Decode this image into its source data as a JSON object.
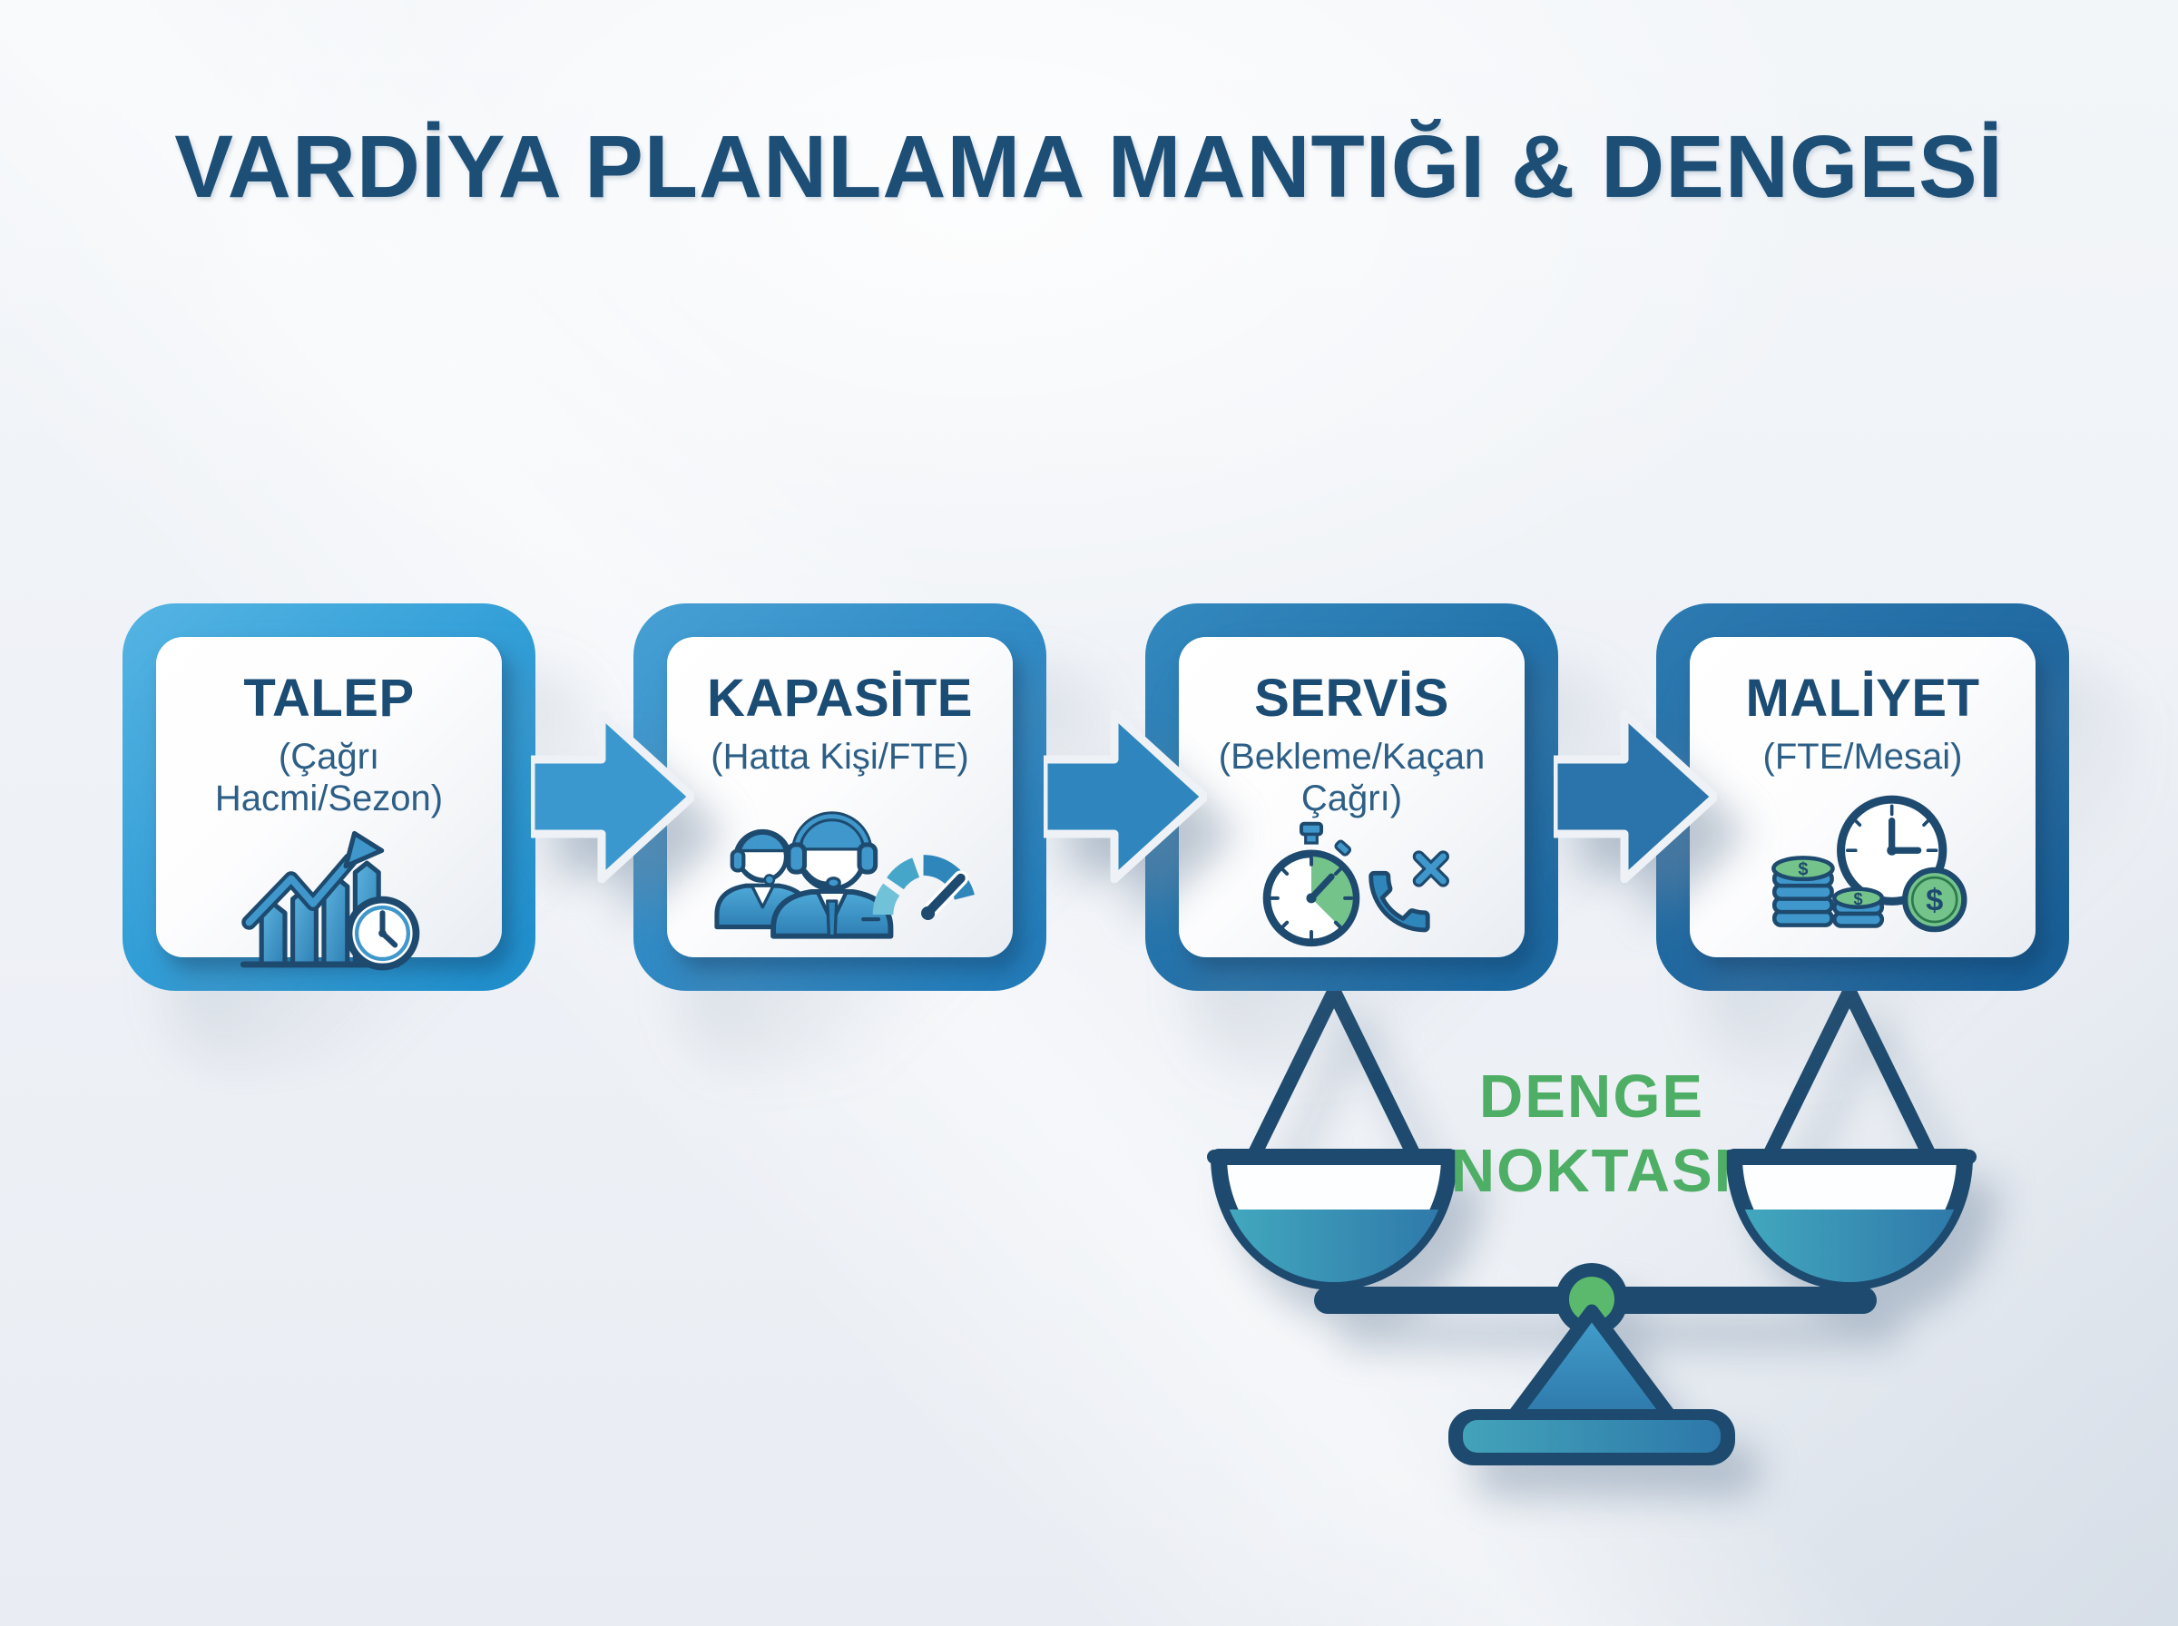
{
  "title": "VARDİYA PLANLAMA MANTIĞI & DENGESİ",
  "boxes": [
    {
      "title": "TALEP",
      "subtitle_lines": [
        "(Çağrı Hacmi/Sezon)",
        ""
      ],
      "icon": "growth-chart-clock-icon"
    },
    {
      "title": "KAPASİTE",
      "subtitle_lines": [
        "(Hatta Kişi/FTE)",
        ""
      ],
      "icon": "call-agents-gauge-icon"
    },
    {
      "title": "SERVİS",
      "subtitle_lines": [
        "(Bekleme/Kaçan",
        "Çağrı)"
      ],
      "icon": "stopwatch-missed-call-icon"
    },
    {
      "title": "MALİYET",
      "subtitle_lines": [
        "(FTE/Mesai)",
        ""
      ],
      "icon": "coins-clock-icon"
    }
  ],
  "balance": {
    "label_line1": "DENGE",
    "label_line2": "NOKTASI"
  },
  "colors": {
    "title_text": "#1c4e76",
    "box1_frame": "#2e9cd6",
    "box2_frame": "#2e88c3",
    "box3_frame": "#2271a9",
    "box4_frame": "#1f679f",
    "outline_navy": "#1d4a6e",
    "icon_blue": "#3f97cb",
    "accent_green": "#4fae66",
    "gauge_teal": "#6fc2d8",
    "background": "#eef1f6"
  }
}
